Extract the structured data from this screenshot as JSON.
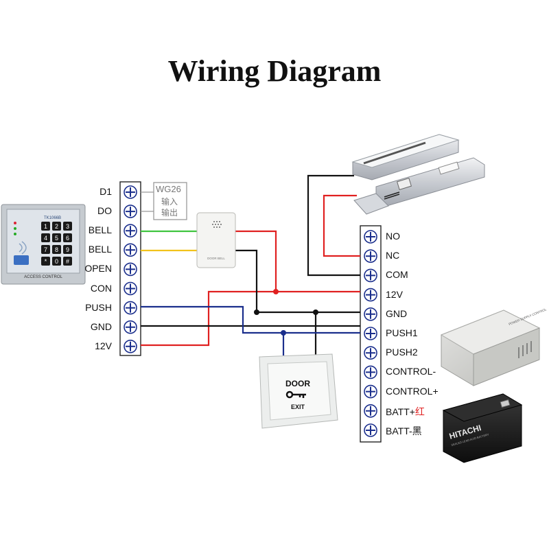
{
  "title": "Wiring Diagram",
  "left_terminals": [
    "D1",
    "DO",
    "BELL",
    "BELL",
    "OPEN",
    "CON",
    "PUSH",
    "GND",
    "12V"
  ],
  "wiegand": {
    "line1": "WG26",
    "line2": "输入",
    "line3": "输出"
  },
  "right_terminals": [
    "NO",
    "NC",
    "COM",
    "12V",
    "GND",
    "PUSH1",
    "PUSH2",
    "CONTROL-",
    "CONTROL+",
    "BATT+红",
    "BATT-黑"
  ],
  "keypad": {
    "model": "TK1066B",
    "footer": "ACCESS CONTROL",
    "keys": [
      "1",
      "2",
      "3",
      "4",
      "5",
      "6",
      "7",
      "8",
      "9",
      "*",
      "0",
      "#"
    ]
  },
  "door_button": {
    "top": "DOOR",
    "bottom": "EXIT"
  },
  "battery": {
    "brand": "HITACHI",
    "sub": "SEALED LEAD ACID BATTERY"
  },
  "power_supply": {
    "label": "POWER SUPPLY CONTROL"
  },
  "bell": {
    "label": "DOOR BELL"
  },
  "colors": {
    "red": "#e02020",
    "black": "#111111",
    "blue": "#1a2e8c",
    "green": "#3ec43e",
    "yellow": "#f2c21b"
  }
}
